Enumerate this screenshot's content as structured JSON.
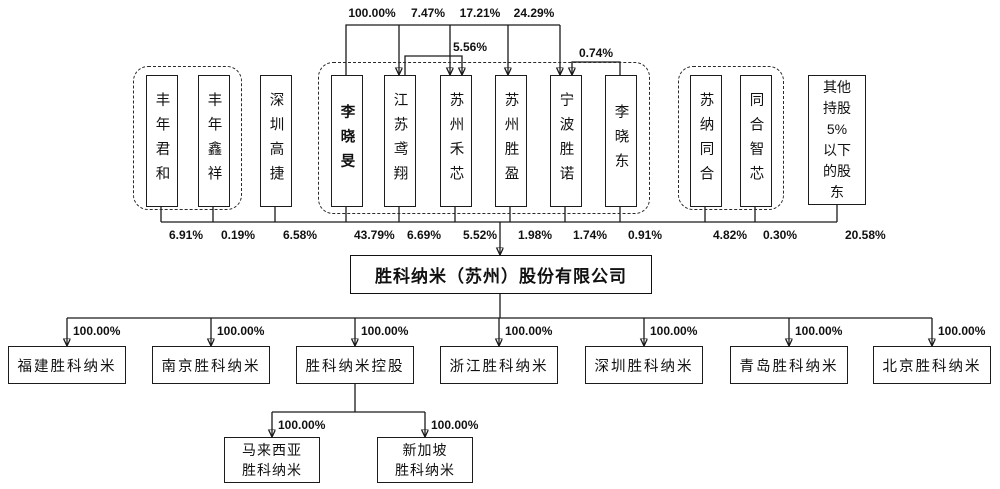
{
  "top_stakes": [
    {
      "pct": "100.00%"
    },
    {
      "pct": "7.47%"
    },
    {
      "pct": "17.21%"
    },
    {
      "pct": "24.29%"
    },
    {
      "pct": "5.56%"
    },
    {
      "pct": "0.74%"
    }
  ],
  "shareholders": [
    {
      "name": "丰年君和",
      "pct": "6.91%"
    },
    {
      "name": "丰年鑫祥",
      "pct": "0.19%"
    },
    {
      "name": "深圳高捷",
      "pct": "6.58%"
    },
    {
      "name": "李晓旻",
      "pct": "43.79%"
    },
    {
      "name": "江苏鸢翔",
      "pct": "6.69%"
    },
    {
      "name": "苏州禾芯",
      "pct": "5.52%"
    },
    {
      "name": "苏州胜盈",
      "pct": "1.98%"
    },
    {
      "name": "宁波胜诺",
      "pct": "1.74%"
    },
    {
      "name": "李晓东",
      "pct": "0.91%"
    },
    {
      "name": "苏纳同合",
      "pct": "4.82%"
    },
    {
      "name": "同合智芯",
      "pct": "0.30%"
    },
    {
      "name": "其他持股5%以下的股东",
      "pct": "20.58%"
    }
  ],
  "company": {
    "name": "胜科纳米（苏州）股份有限公司"
  },
  "subsidiaries": [
    {
      "name": "福建胜科纳米",
      "pct": "100.00%"
    },
    {
      "name": "南京胜科纳米",
      "pct": "100.00%"
    },
    {
      "name": "胜科纳米控股",
      "pct": "100.00%"
    },
    {
      "name": "浙江胜科纳米",
      "pct": "100.00%"
    },
    {
      "name": "深圳胜科纳米",
      "pct": "100.00%"
    },
    {
      "name": "青岛胜科纳米",
      "pct": "100.00%"
    },
    {
      "name": "北京胜科纳米",
      "pct": "100.00%"
    }
  ],
  "grandchildren": [
    {
      "name": "马来西亚\n胜科纳米",
      "pct": "100.00%"
    },
    {
      "name": "新加坡\n胜科纳米",
      "pct": "100.00%"
    }
  ]
}
